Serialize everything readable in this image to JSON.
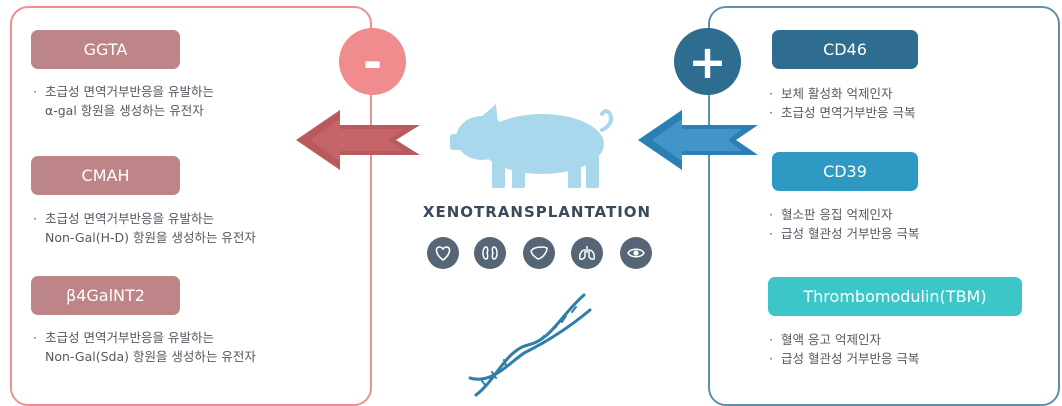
{
  "title": "XENOTRANSPLANTATION",
  "badges": {
    "minus": "-",
    "plus": "+"
  },
  "left": {
    "items": [
      {
        "label": "GGTA",
        "lines": [
          "초급성 면역거부반응을 유발하는",
          "α-gal 항원을 생성하는 유전자"
        ]
      },
      {
        "label": "CMAH",
        "lines": [
          "초급성 면역거부반응을 유발하는",
          "Non-Gal(H-D) 항원을 생성하는 유전자"
        ]
      },
      {
        "label": "β4GalNT2",
        "lines": [
          "초급성 면역거부반응을 유발하는",
          "Non-Gal(Sda) 항원을 생성하는 유전자"
        ]
      }
    ]
  },
  "right": {
    "items": [
      {
        "label": "CD46",
        "lines": [
          "보체 활성화 억제인자",
          "초급성 면역거부반응 극복"
        ]
      },
      {
        "label": "CD39",
        "lines": [
          "혈소판 응집 억제인자",
          "급성 혈관성 거부반응 극복"
        ]
      },
      {
        "label": "Thrombomodulin(TBM)",
        "lines": [
          "혈액 응고 억제인자",
          "급성 혈관성 거부반응 극복"
        ]
      }
    ]
  },
  "colors": {
    "left_border": "#ef8f93",
    "left_label": "#bd8588",
    "left_arrow": "#b85a5e",
    "right_border": "#5f90ad",
    "right_label_1": "#2e6d90",
    "right_label_2": "#2e9ac4",
    "right_label_3": "#3cc6c8",
    "right_arrow": "#2a7fb5",
    "pig": "#a9d8ec"
  },
  "icons": [
    "heart-icon",
    "kidney-icon",
    "liver-icon",
    "lungs-icon",
    "eye-icon"
  ]
}
